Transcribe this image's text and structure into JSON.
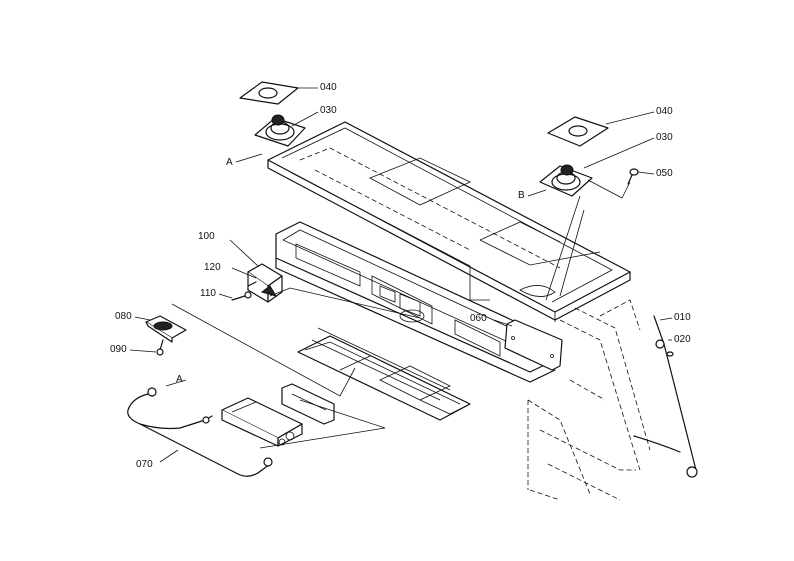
{
  "labels": {
    "l040a": "040",
    "l030a": "030",
    "l040b": "040",
    "l030b": "030",
    "l050": "050",
    "lA1": "A",
    "lB": "B",
    "l100": "100",
    "l120": "120",
    "l110": "110",
    "l080": "080",
    "l090": "090",
    "l060": "060",
    "l010": "010",
    "l020": "020",
    "lA2": "A",
    "l070": "070"
  }
}
